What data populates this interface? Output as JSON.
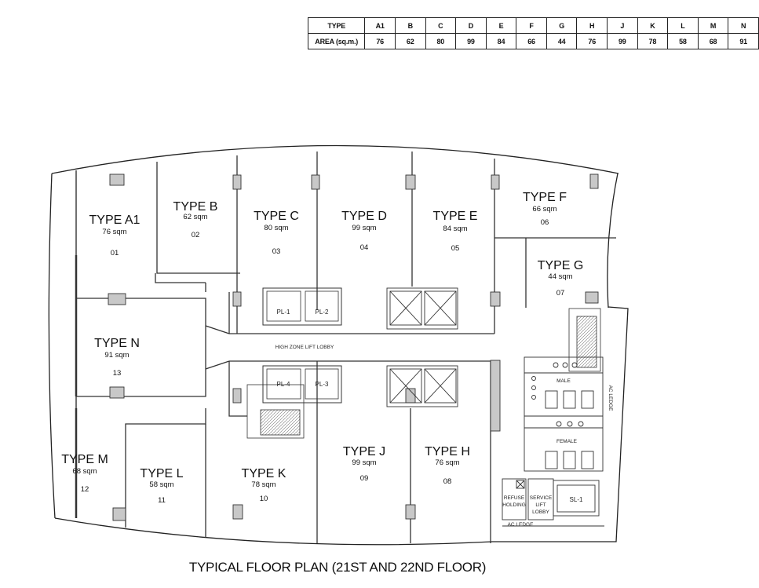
{
  "area_table": {
    "header_type": "TYPE",
    "header_area": "AREA (sq.m.)",
    "types": [
      "A1",
      "B",
      "C",
      "D",
      "E",
      "F",
      "G",
      "H",
      "J",
      "K",
      "L",
      "M",
      "N"
    ],
    "areas": [
      "76",
      "62",
      "80",
      "99",
      "84",
      "66",
      "44",
      "76",
      "99",
      "78",
      "58",
      "68",
      "91"
    ]
  },
  "units": [
    {
      "type": "TYPE A1",
      "area": "76 sqm",
      "no": "01"
    },
    {
      "type": "TYPE B",
      "area": "62 sqm",
      "no": "02"
    },
    {
      "type": "TYPE C",
      "area": "80 sqm",
      "no": "03"
    },
    {
      "type": "TYPE  D",
      "area": "99 sqm",
      "no": "04"
    },
    {
      "type": "TYPE E",
      "area": "84 sqm",
      "no": "05"
    },
    {
      "type": "TYPE F",
      "area": "66 sqm",
      "no": "06"
    },
    {
      "type": "TYPE G",
      "area": "44 sqm",
      "no": "07"
    },
    {
      "type": "TYPE H",
      "area": "76 sqm",
      "no": "08"
    },
    {
      "type": "TYPE J",
      "area": "99 sqm",
      "no": "09"
    },
    {
      "type": "TYPE K",
      "area": "78 sqm",
      "no": "10"
    },
    {
      "type": "TYPE L",
      "area": "58 sqm",
      "no": "11"
    },
    {
      "type": "TYPE M",
      "area": "68 sqm",
      "no": "12"
    },
    {
      "type": "TYPE N",
      "area": "91 sqm",
      "no": "13"
    }
  ],
  "labels": {
    "lobby": "HIGH  ZONE  LIFT  LOBBY",
    "pl1": "PL-1",
    "pl2": "PL-2",
    "pl3": "PL-3",
    "pl4": "PL-4",
    "sl1": "SL-1",
    "male": "MALE",
    "female": "FEMALE",
    "ac_ledge_v": "AC  LEDGE",
    "ac_ledge_h": "AC  LEDGE",
    "refuse_1": "REFUSE",
    "refuse_2": "HOLDING",
    "service_1": "SERVICE",
    "service_2": "LIFT",
    "service_3": "LOBBY"
  },
  "caption": "TYPICAL FLOOR PLAN (21ST AND 22ND FLOOR)"
}
